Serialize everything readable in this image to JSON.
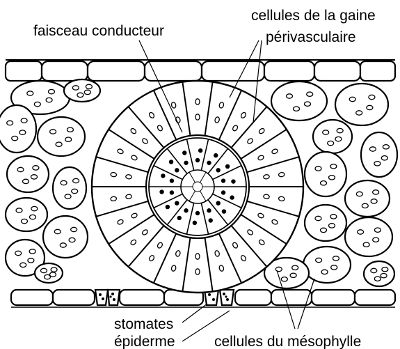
{
  "labels": {
    "vascular_bundle": "faisceau conducteur",
    "sheath_line1": "cellules de la gaine",
    "sheath_line2": "périvasculaire",
    "stomata": "stomates",
    "epidermis": "épiderme",
    "mesophyll": "cellules du mésophylle"
  },
  "colors": {
    "ink": "#000000",
    "paper": "#ffffff"
  }
}
